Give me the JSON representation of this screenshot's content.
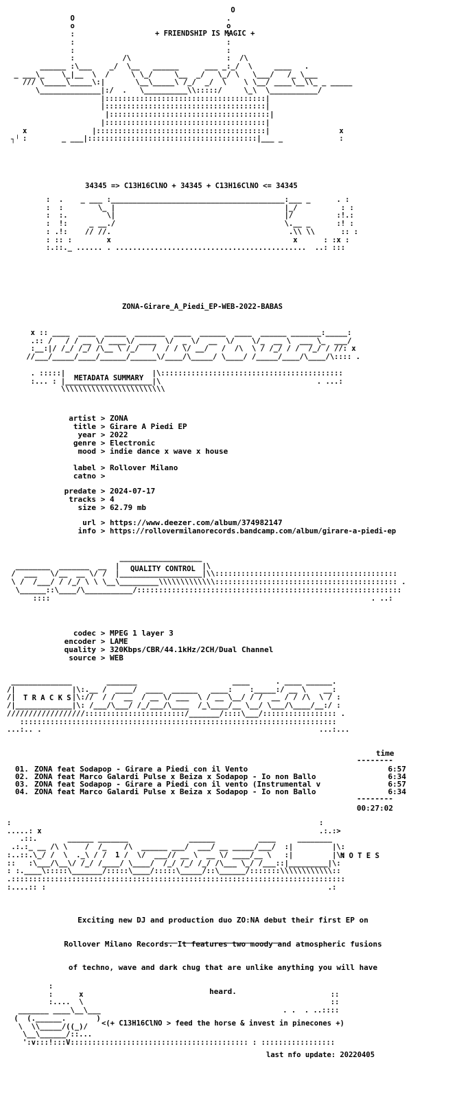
{
  "header": {
    "slogan": "+ FRIENDSHIP IS MAGIC +",
    "formula": "34345 => C13H16ClNO + 34345 + C13H16ClNO <= 34345"
  },
  "release_name": "ZONA-Girare_A_Piedi_EP-WEB-2022-BABAS",
  "metadata": {
    "section_title": "METADATA SUMMARY",
    "groups": [
      [
        {
          "label": "artist",
          "value": "ZONA"
        },
        {
          "label": "title",
          "value": "Girare A Piedi EP"
        },
        {
          "label": "year",
          "value": "2022"
        },
        {
          "label": "genre",
          "value": "Electronic"
        },
        {
          "label": "mood",
          "value": "indie dance x wave x house"
        }
      ],
      [
        {
          "label": "label",
          "value": "Rollover Milano"
        },
        {
          "label": "catno",
          "value": ""
        }
      ],
      [
        {
          "label": "predate",
          "value": "2024-07-17"
        },
        {
          "label": "tracks",
          "value": "4"
        },
        {
          "label": "size",
          "value": "62.79 mb"
        }
      ],
      [
        {
          "label": "url",
          "value": "https://www.deezer.com/album/374982147"
        },
        {
          "label": "info",
          "value": "https://rollovermilanorecords.bandcamp.com/album/girare-a-piedi-ep"
        }
      ]
    ]
  },
  "quality": {
    "section_title": "QUALITY CONTROL",
    "fields": [
      {
        "label": "codec",
        "value": "MPEG 1 layer 3"
      },
      {
        "label": "encoder",
        "value": "LAME"
      },
      {
        "label": "quality",
        "value": "320Kbps/CBR/44.1kHz/2CH/Dual Channel"
      },
      {
        "label": "source",
        "value": "WEB"
      }
    ]
  },
  "tracks": {
    "section_title": "T R A C K S",
    "time_header": "time",
    "items": [
      {
        "num": "01.",
        "title": "ZONA feat Sodapop - Girare a Piedi con il Vento",
        "time": "6:57"
      },
      {
        "num": "02.",
        "title": "ZONA feat Marco Galardi Pulse x Beiza x Sodapop - Io non Ballo",
        "time": "6:34"
      },
      {
        "num": "03.",
        "title": "ZONA feat Sodapop - Girare a Piedi con il vento (Instrumental v",
        "time": "6:57"
      },
      {
        "num": "04.",
        "title": "ZONA feat Marco Galardi Pulse x Beiza x Sodapop - Io non Ballo",
        "time": "6:34"
      }
    ],
    "total": "00:27:02"
  },
  "notes": {
    "section_title": "N O T E S",
    "body_lines": [
      "Exciting new DJ and production duo ZO:NA debut their first EP on",
      "Rollover Milano Records. It features two moody and atmospheric fusions",
      "of techno, wave and dark chug that are unlike anything you will have",
      "heard."
    ],
    "divider": "___ ______ _________ ___ __"
  },
  "footer": {
    "tagline": "<(+ C13H16ClNO > feed the horse & invest in pinecones +)",
    "last_update": "last nfo update: 20220405"
  }
}
